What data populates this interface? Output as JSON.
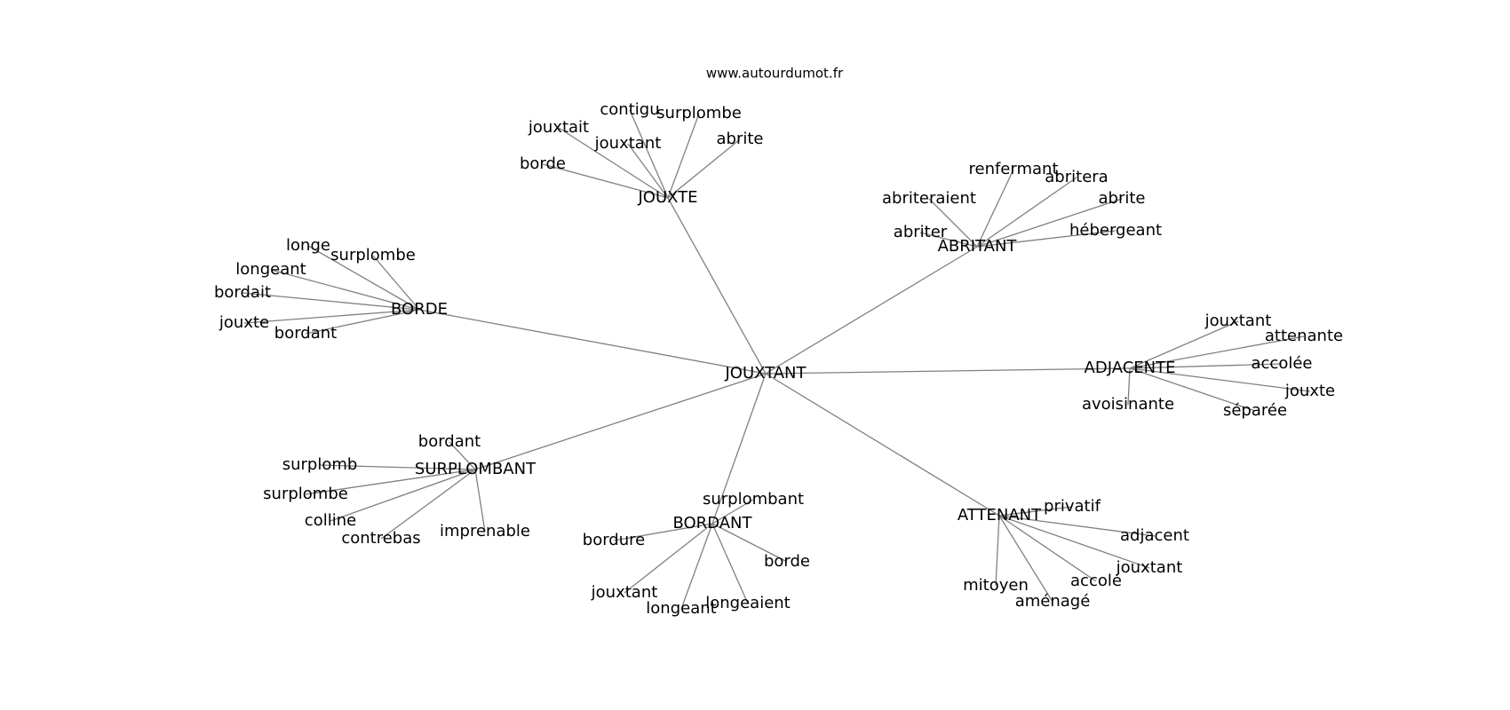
{
  "site_label": "www.autourdumot.fr",
  "graph": {
    "center": "JOUXTANT",
    "hubs": [
      {
        "id": "jouxte",
        "label": "JOUXTE",
        "leaves": [
          "contigu",
          "surplombe",
          "jouxtait",
          "jouxtant",
          "abrite",
          "borde"
        ]
      },
      {
        "id": "abritant",
        "label": "ABRITANT",
        "leaves": [
          "renfermant",
          "abritera",
          "abriteraient",
          "abrite",
          "abriter",
          "hébergeant"
        ]
      },
      {
        "id": "borde",
        "label": "BORDE",
        "leaves": [
          "longe",
          "surplombe",
          "longeant",
          "bordait",
          "jouxte",
          "bordant"
        ]
      },
      {
        "id": "adjacente",
        "label": "ADJACENTE",
        "leaves": [
          "jouxtant",
          "attenante",
          "accolée",
          "jouxte",
          "avoisinante",
          "séparée"
        ]
      },
      {
        "id": "surplombant",
        "label": "SURPLOMBANT",
        "leaves": [
          "bordant",
          "surplomb",
          "surplombe",
          "colline",
          "contrebas",
          "imprenable"
        ]
      },
      {
        "id": "bordant",
        "label": "BORDANT",
        "leaves": [
          "surplombant",
          "bordure",
          "borde",
          "jouxtant",
          "longeant",
          "longeaient"
        ]
      },
      {
        "id": "attenant",
        "label": "ATTENANT",
        "leaves": [
          "privatif",
          "adjacent",
          "jouxtant",
          "accolé",
          "mitoyen",
          "aménagé"
        ]
      }
    ]
  }
}
